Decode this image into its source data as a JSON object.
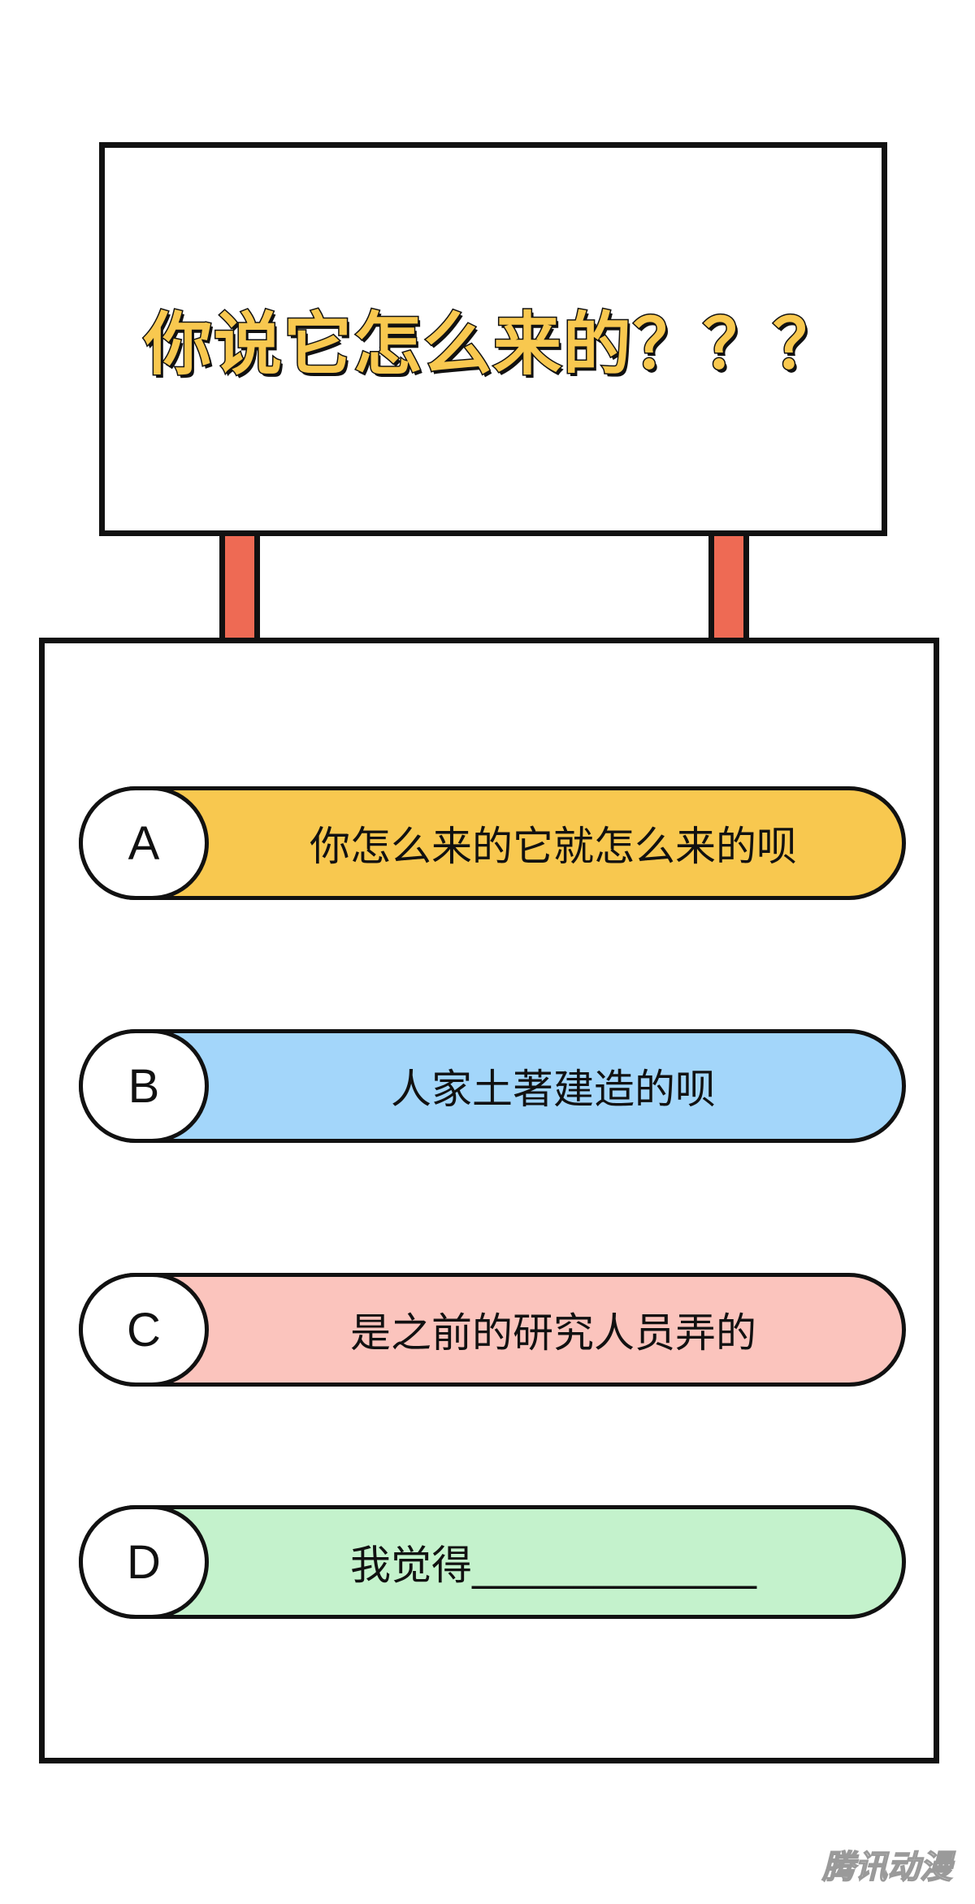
{
  "sign": {
    "title": "你说它怎么来的？？？",
    "title_color": "#f8c84f",
    "post_color": "#ee6a54"
  },
  "options": [
    {
      "letter": "A",
      "text": "你怎么来的它就怎么来的呗",
      "color": "#f8c84f"
    },
    {
      "letter": "B",
      "text": "人家土著建造的呗",
      "color": "#a3d6fa"
    },
    {
      "letter": "C",
      "text": "是之前的研究人员弄的",
      "color": "#fbc4bd"
    },
    {
      "letter": "D",
      "text": "我觉得______________",
      "color": "#c4f2cc"
    }
  ],
  "watermark": "腾讯动漫"
}
